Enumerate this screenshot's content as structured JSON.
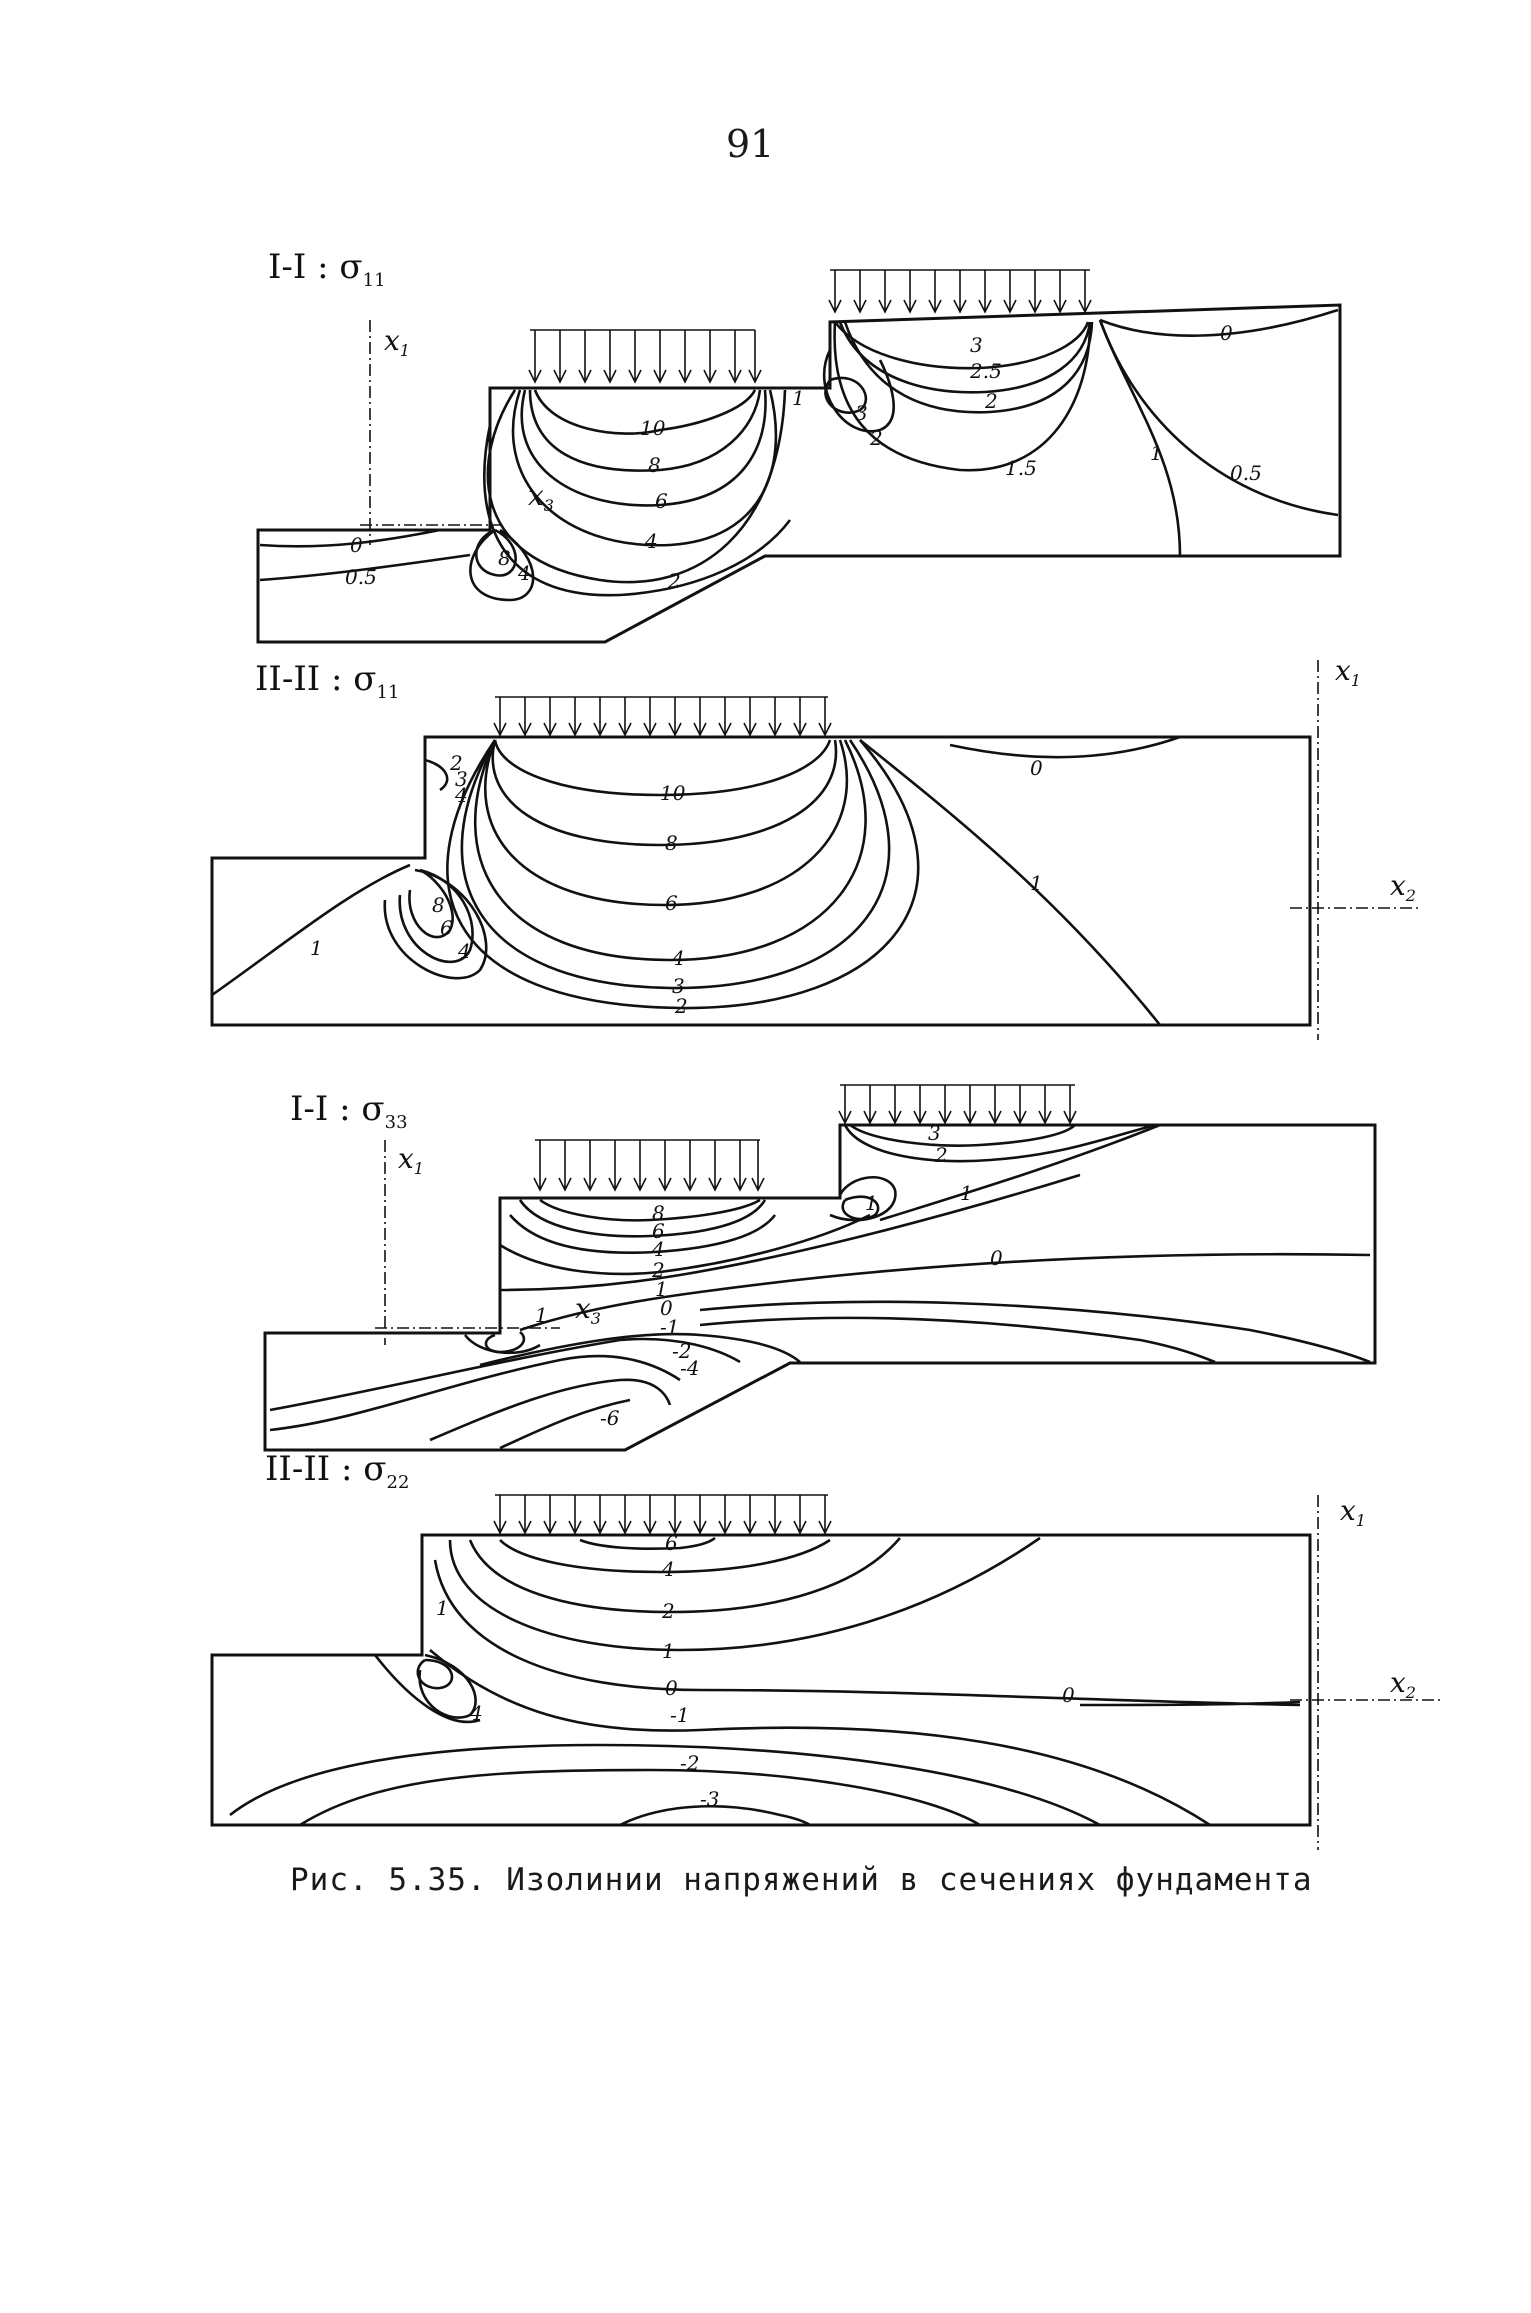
{
  "page_number": "91",
  "caption": "Рис. 5.35. Изолинии напряжений в сечениях фундамента",
  "diagrams": [
    {
      "section_label": "I-I : σ11",
      "axis_labels": [
        "x1",
        "x3"
      ],
      "contour_labels": [
        "0",
        "0.5",
        "8",
        "4",
        "10",
        "8",
        "6",
        "4",
        "2",
        "1",
        "3",
        "2",
        "3",
        "2.5",
        "2",
        "1.5",
        "0",
        "1",
        "0.5"
      ]
    },
    {
      "section_label": "II-II : σ11",
      "axis_labels": [
        "x1",
        "x2"
      ],
      "contour_labels": [
        "2",
        "3",
        "4",
        "10",
        "8",
        "6",
        "4",
        "3",
        "2",
        "8",
        "6",
        "4",
        "1",
        "0",
        "1"
      ]
    },
    {
      "section_label": "I-I : σ33",
      "axis_labels": [
        "x1",
        "x3"
      ],
      "contour_labels": [
        "8",
        "6",
        "4",
        "2",
        "1",
        "0",
        "-1",
        "-2",
        "-4",
        "-6",
        "1",
        "3",
        "2",
        "1",
        "0",
        "1"
      ]
    },
    {
      "section_label": "II-II : σ22",
      "axis_labels": [
        "x1",
        "x2"
      ],
      "contour_labels": [
        "6",
        "4",
        "2",
        "1",
        "0",
        "-1",
        "-2",
        "-3",
        "1",
        "4",
        "0"
      ]
    }
  ]
}
